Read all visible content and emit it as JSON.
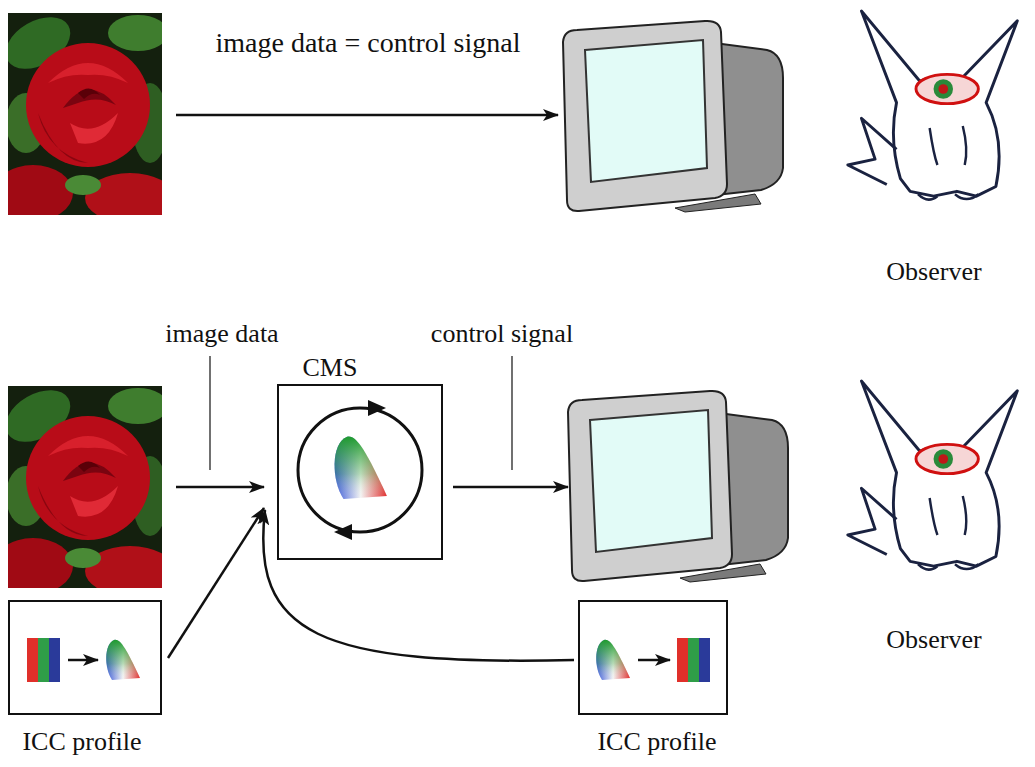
{
  "diagram": {
    "nodes": [
      {
        "text": [
          "CMS"
        ]
      },
      {
        "text": [
          "ICC profile"
        ]
      },
      {
        "text": [
          "ICC profile"
        ]
      }
    ],
    "edges": [
      {
        "from": 1,
        "to": 0,
        "arrow": "to"
      },
      {
        "from": 2,
        "to": 0,
        "arrow": "to"
      }
    ],
    "labels": [
      "image data = control signal",
      "Observer",
      "image data",
      "control signal",
      "Observer"
    ]
  }
}
